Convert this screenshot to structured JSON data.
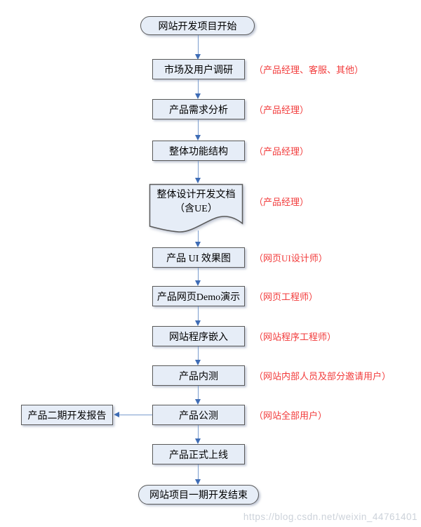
{
  "flowchart": {
    "start": {
      "label": "网站开发项目开始"
    },
    "steps": [
      {
        "label": "市场及用户调研",
        "annotation": "（产品经理、客服、其他）",
        "shape": "process"
      },
      {
        "label": "产品需求分析",
        "annotation": "（产品经理）",
        "shape": "process"
      },
      {
        "label": "整体功能结构",
        "annotation": "（产品经理）",
        "shape": "process"
      },
      {
        "label": "整体设计开发文档",
        "label2": "（含UE）",
        "annotation": "（产品经理）",
        "shape": "document"
      },
      {
        "label": "产品 UI 效果图",
        "annotation": "（网页UI设计师）",
        "shape": "process"
      },
      {
        "label": "产品网页Demo演示",
        "annotation": "（网页工程师）",
        "shape": "process"
      },
      {
        "label": "网站程序嵌入",
        "annotation": "（网站程序工程师）",
        "shape": "process"
      },
      {
        "label": "产品内测",
        "annotation": "（网站内部人员及部分邀请用户）",
        "shape": "process"
      },
      {
        "label": "产品公测",
        "annotation": "（网站全部用户）",
        "shape": "process"
      },
      {
        "label": "产品正式上线",
        "annotation": "",
        "shape": "process"
      }
    ],
    "branch": {
      "label": "产品二期开发报告"
    },
    "end": {
      "label": "网站项目一期开发结束"
    },
    "colors": {
      "node_fill": "#e6edf7",
      "node_border": "#5a5a5a",
      "arrow_line": "#7a9cce",
      "arrow_head": "#3e6cb5",
      "annotation_text": "#f23b3b"
    }
  },
  "watermark": {
    "text": "https://blog.csdn.net/weixin_44761401"
  }
}
